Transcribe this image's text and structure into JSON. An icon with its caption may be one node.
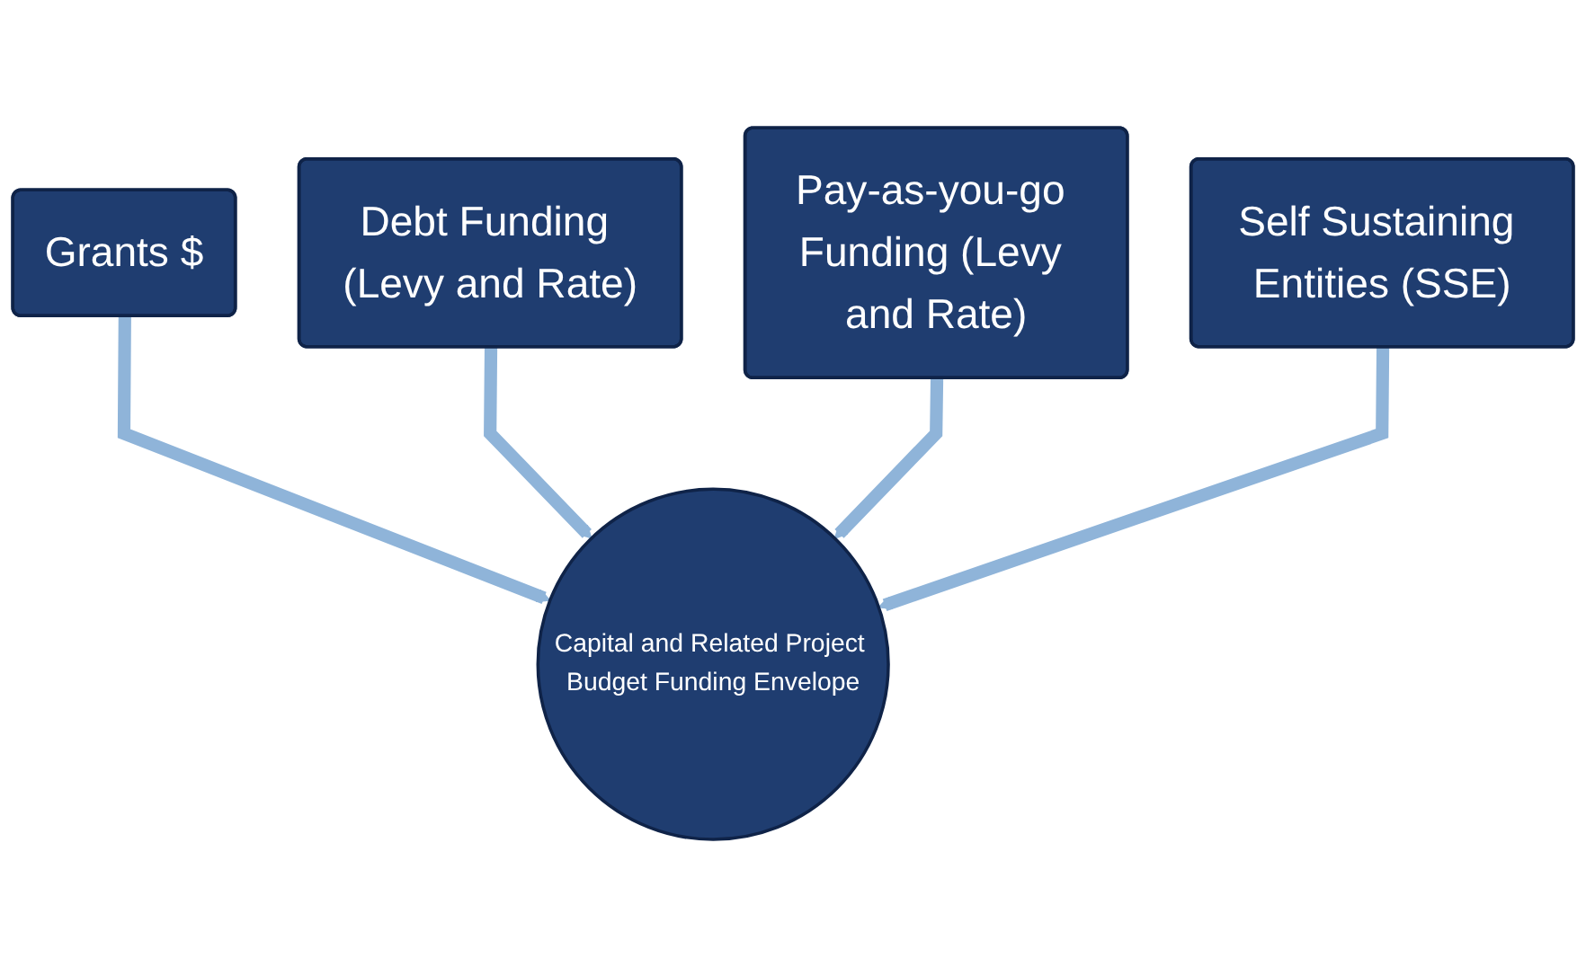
{
  "diagram": {
    "nodes": [
      {
        "text": [
          "Grants $"
        ]
      },
      {
        "text": [
          "Debt Funding (Levy and Rate)"
        ]
      },
      {
        "text": [
          "Pay-as-you-go Funding (Levy and Rate)"
        ]
      },
      {
        "text": [
          "Self Sustaining Entities (SSE)"
        ]
      },
      {
        "text": [
          "Capital and Related Project Budget Funding Envelope"
        ]
      }
    ],
    "edges": [
      {
        "from": 0,
        "to": 4,
        "arrow": "to"
      },
      {
        "from": 1,
        "to": 4,
        "arrow": "to"
      },
      {
        "from": 2,
        "to": 4,
        "arrow": "to"
      },
      {
        "from": 3,
        "to": 4,
        "arrow": "to"
      }
    ]
  }
}
